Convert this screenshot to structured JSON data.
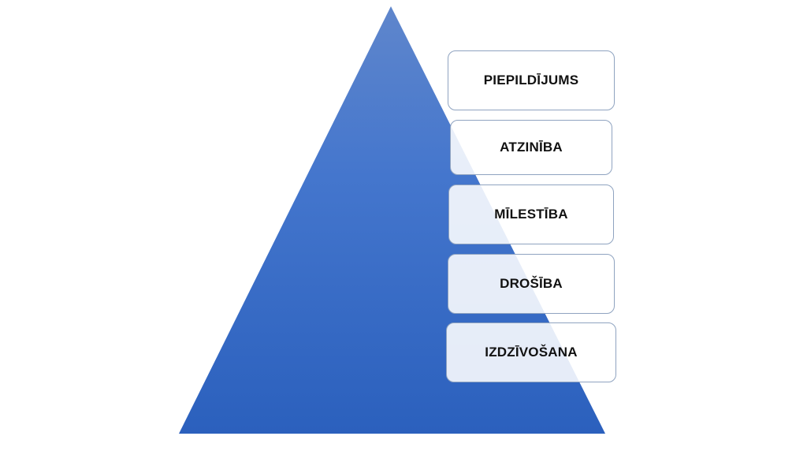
{
  "diagram": {
    "title": "",
    "colors": {
      "pyramid_top": "#5f86cc",
      "pyramid_bottom": "#2b60bd",
      "box_border": "#8fa3c0"
    },
    "levels": [
      {
        "label": "PIEPILDĪJUMS"
      },
      {
        "label": "ATZINĪBA"
      },
      {
        "label": "MĪLESTĪBA"
      },
      {
        "label": "DROŠĪBA"
      },
      {
        "label": "IZDZĪVOŠANA"
      }
    ]
  }
}
